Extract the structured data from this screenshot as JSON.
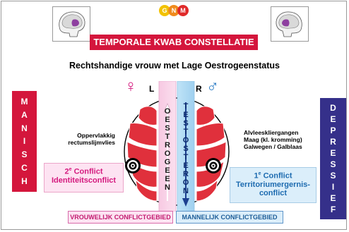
{
  "logo": {
    "letters": [
      "G",
      "N",
      "M"
    ],
    "colors": [
      "#f2c200",
      "#f08a1c",
      "#e02a2a"
    ]
  },
  "title": "TEMPORALE KWAB CONSTELLATIE",
  "subtitle": "Rechtshandige vrouw met Lage Oestrogeenstatus",
  "left_side": {
    "label": "MANISCH",
    "color": "#d4163c"
  },
  "right_side": {
    "label": "DEPRESSIEF",
    "color": "#35308a"
  },
  "left_hemisphere": {
    "letter": "L",
    "symbol": "♀",
    "symbol_color": "#d4197e",
    "hormone": "OESTROGEEN"
  },
  "right_hemisphere": {
    "letter": "R",
    "symbol": "♂",
    "symbol_color": "#2a7bc4",
    "hormone": "TESTOSTERON"
  },
  "left_organ": {
    "line1": "Oppervlakkig",
    "line2": "rectumslijmvlies"
  },
  "right_organ": {
    "line1": "Alvleeskliergangen",
    "line2": "Maag (kl. kromming)",
    "line3": "Galwegen / Galblaas"
  },
  "conflict_left": {
    "number": "2",
    "ordinal": "e",
    "title": "Conflict",
    "line2": "Identiteitsconflict"
  },
  "conflict_right": {
    "number": "1",
    "ordinal": "e",
    "title": "Conflict",
    "line2": "Territoriumergernis-",
    "line3": "conflict"
  },
  "footer_left": "VROUWELIJK CONFLICTGEBIED",
  "footer_right": "MANNELIJK CONFLICTGEBIED"
}
